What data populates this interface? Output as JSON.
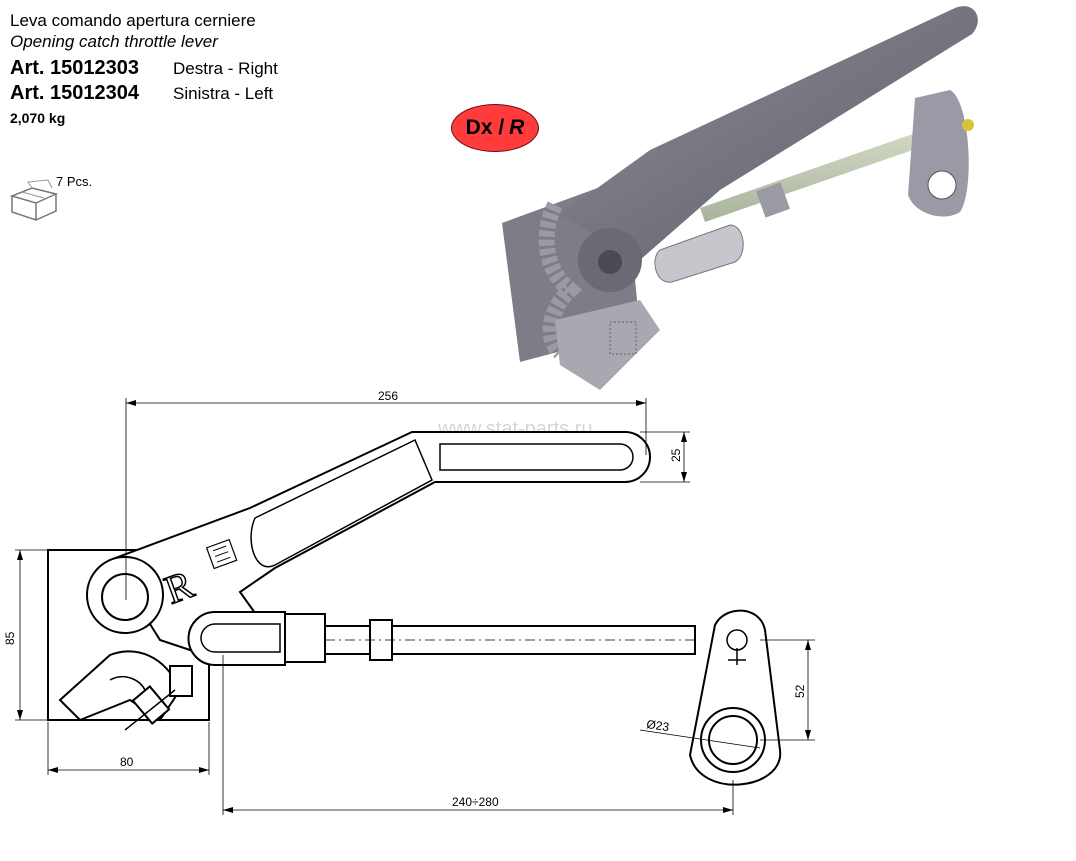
{
  "header": {
    "title_it": "Leva comando apertura cerniere",
    "title_en": "Opening catch throttle lever",
    "articles": [
      {
        "code": "Art. 15012303",
        "side": "Destra - Right"
      },
      {
        "code": "Art. 15012304",
        "side": "Sinistra - Left"
      }
    ],
    "weight": "2,070 kg"
  },
  "package": {
    "icon": "box-icon",
    "quantity": "7 Pcs."
  },
  "badge": {
    "dx": "Dx /",
    "r": "R",
    "color": "#ff3b3b"
  },
  "watermark": "www.stat-parts.ru",
  "drawing": {
    "lever_marking": "R",
    "dimensions": {
      "total_length": "256",
      "handle_width": "25",
      "height": "85",
      "base_width": "80",
      "rod_length": "240÷280",
      "hole_diameter": "Ø23",
      "plate_height": "52"
    }
  }
}
